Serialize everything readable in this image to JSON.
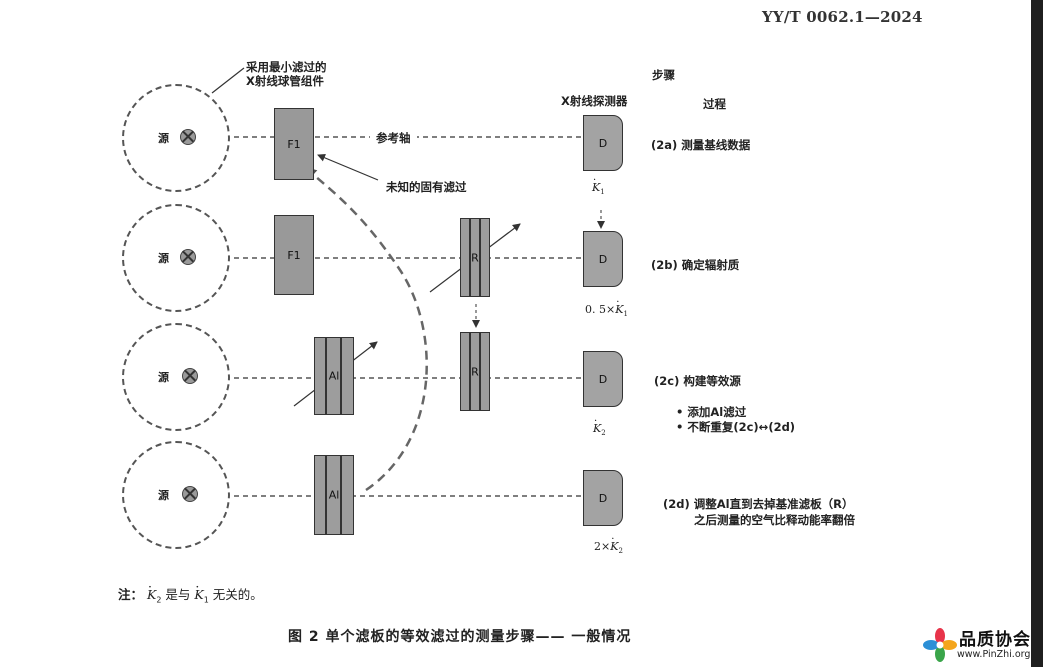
{
  "header": {
    "standard_code": "YY/T  0062.1—2024"
  },
  "labels": {
    "tube_assembly_line1": "采用最小滤过的",
    "tube_assembly_line2": "X射线球管组件",
    "steps": "步骤",
    "detector": "X射线探测器",
    "process": "过程",
    "reference_axis": "参考轴",
    "unknown_filtration": "未知的固有滤过"
  },
  "rows": [
    {
      "source": "源",
      "filter": "F1",
      "detector": "D",
      "step": "(2a)  测量基线数据"
    },
    {
      "source": "源",
      "filter": "F1",
      "reference_filter": "R",
      "detector": "D",
      "step": "(2b)  确定辐射质"
    },
    {
      "source": "源",
      "filter": "Al",
      "reference_filter": "R",
      "detector": "D",
      "step": "(2c)  构建等效源"
    },
    {
      "source": "源",
      "filter": "Al",
      "detector": "D",
      "step": "(2d)  调整Al直到去掉基准滤板（R）",
      "step_line2": "之后测量的空气比释动能率翻倍"
    }
  ],
  "bullets": [
    "• 添加Al滤过",
    "• 不断重复(2c)↔(2d)"
  ],
  "kerma": {
    "k1": {
      "symbol": "K",
      "sub": "1"
    },
    "k1_half": {
      "prefix": "0. 5×",
      "symbol": "K",
      "sub": "1"
    },
    "k2": {
      "symbol": "K",
      "sub": "2"
    },
    "k2_double": {
      "prefix": "2×",
      "symbol": "K",
      "sub": "2"
    }
  },
  "note": {
    "label": "注：",
    "pre": " ",
    "symbol1": "K",
    "sub1": "2",
    "mid": " 是与 ",
    "symbol2": "K",
    "sub2": "1",
    "post": " 无关的。"
  },
  "caption": "图 2   单个滤板的等效滤过的测量步骤—— 一般情况",
  "watermark": {
    "title": "品质协会",
    "url": "www.PinZhi.org"
  }
}
